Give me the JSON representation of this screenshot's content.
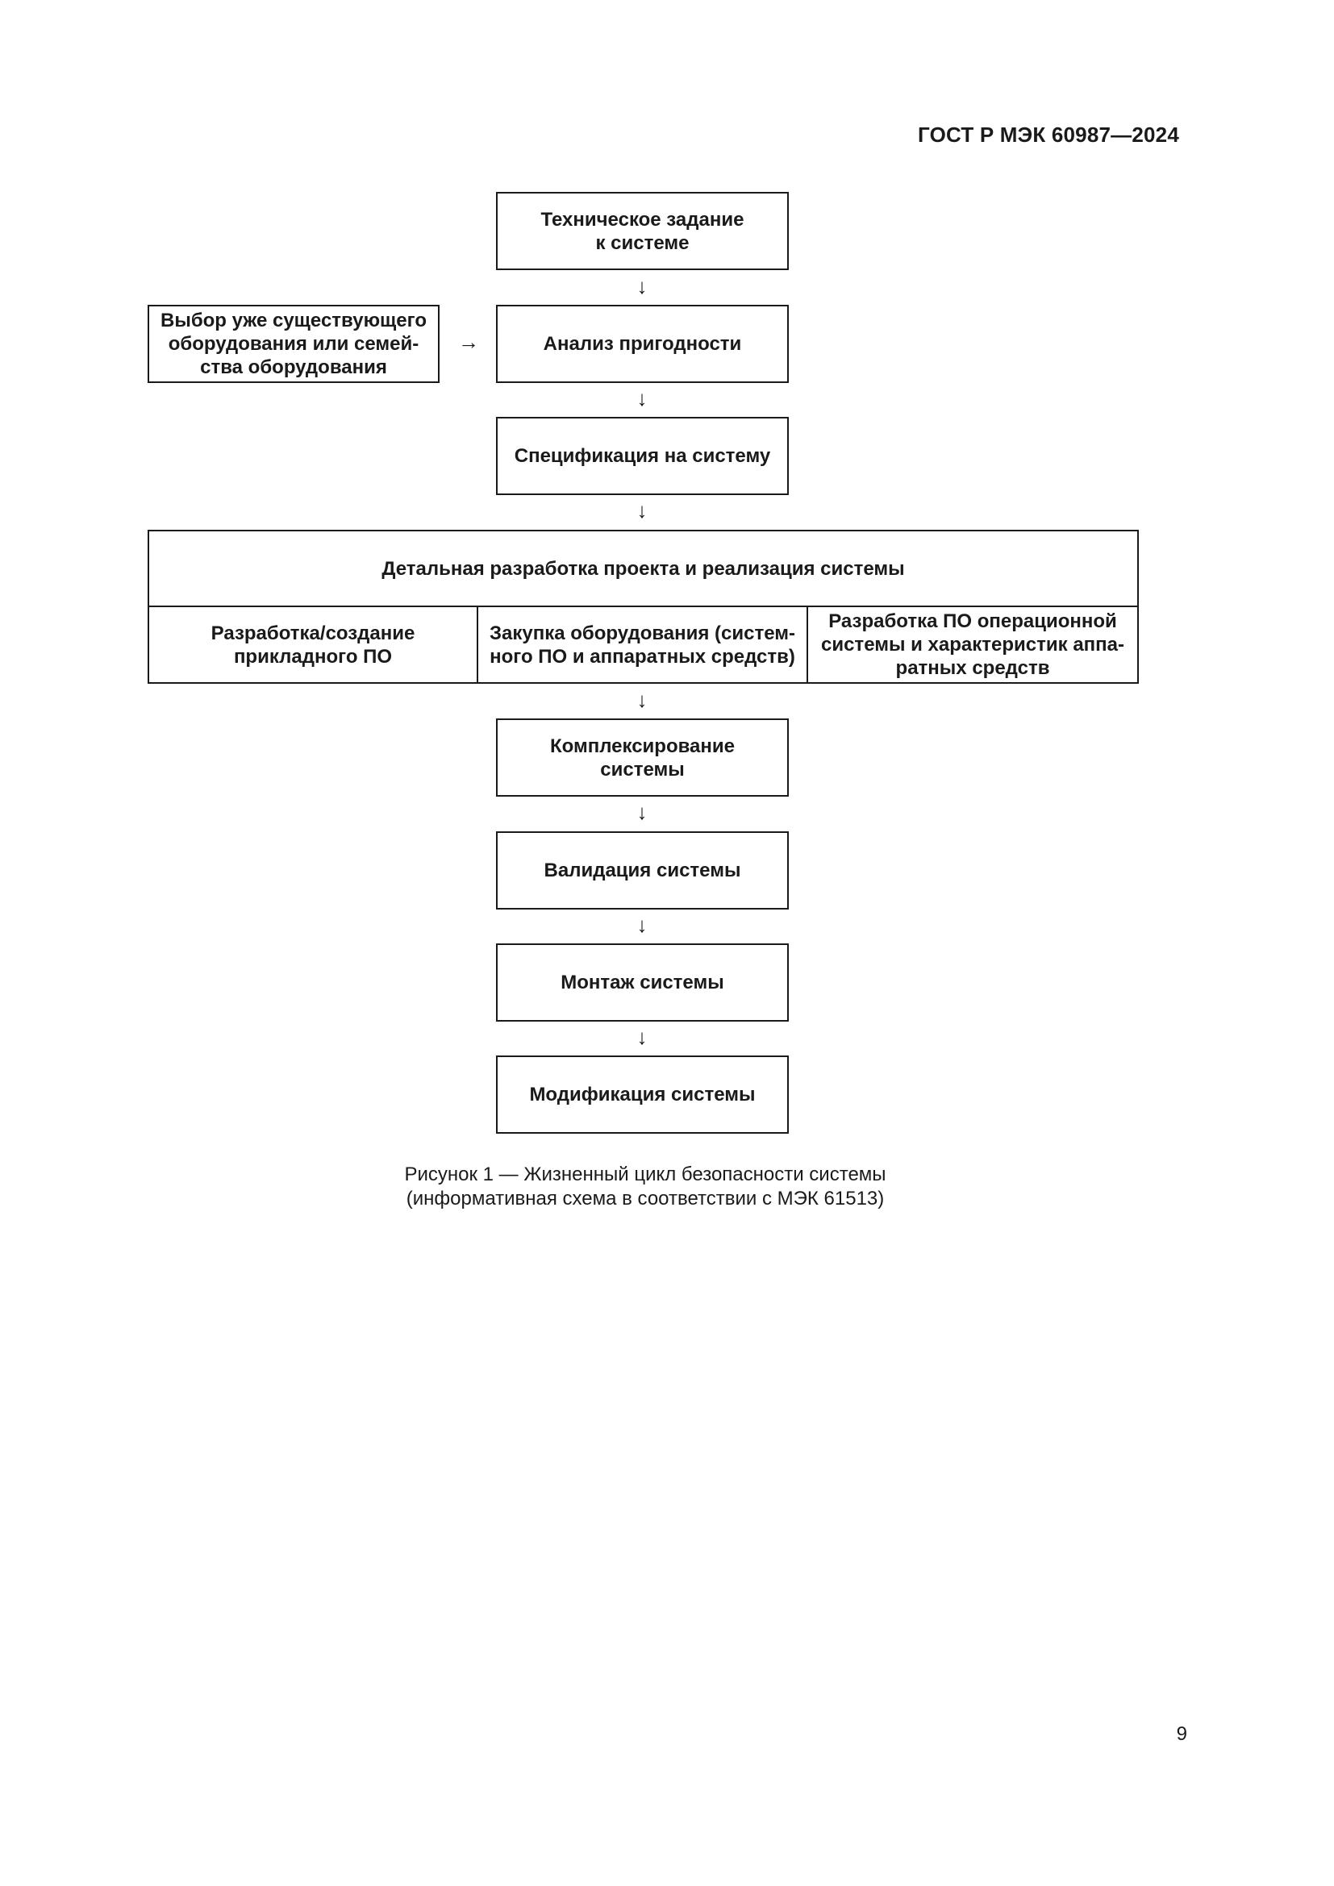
{
  "header": {
    "doc_id": "ГОСТ Р МЭК 60987—2024"
  },
  "flowchart": {
    "tech_spec": "Техническое задание\nк системе",
    "existing_equipment": "Выбор уже существующего\nоборудования или семей-\nства оборудования",
    "suitability": "Анализ пригодности",
    "system_spec": "Спецификация на систему",
    "detailed_design": {
      "title": "Детальная разработка проекта и реализация системы",
      "columns": [
        "Разработка/создание\nприкладного ПО",
        "Закупка оборудования (систем-\nного ПО и аппаратных средств)",
        "Разработка ПО операционной\nсистемы и характеристик аппа-\nратных средств"
      ]
    },
    "integration": "Комплексирование\nсистемы",
    "validation": "Валидация системы",
    "installation": "Монтаж системы",
    "modification": "Модификация системы",
    "arrow_down": "↓",
    "arrow_right": "→"
  },
  "caption": {
    "line1": "Рисунок 1 — Жизненный цикл безопасности системы",
    "line2": "(информативная схема в соответствии с МЭК 61513)"
  },
  "page_number": "9"
}
